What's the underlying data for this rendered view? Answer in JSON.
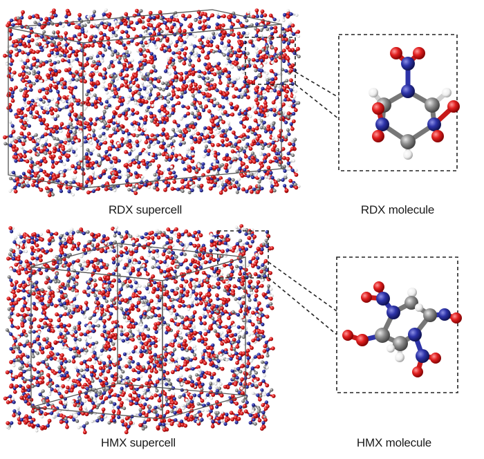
{
  "captions": {
    "rdx_supercell": "RDX supercell",
    "rdx_molecule": "RDX molecule",
    "hmx_supercell": "HMX supercell",
    "hmx_molecule": "HMX molecule"
  },
  "atom_colors": {
    "oxygen": "#d61a1a",
    "nitrogen": "#2a2f9e",
    "carbon": "#8a8a8a",
    "hydrogen": "#f2f2f2",
    "cell_edge": "#555555"
  }
}
